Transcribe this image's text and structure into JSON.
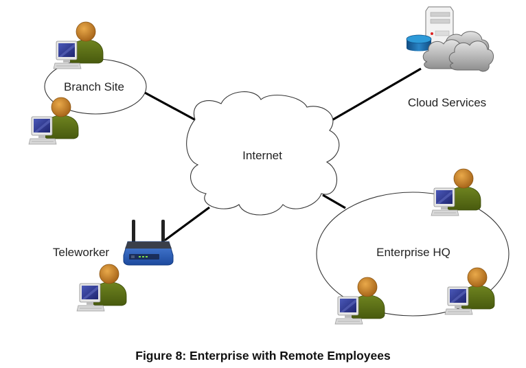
{
  "figure": {
    "caption": "Figure 8: Enterprise with Remote Employees"
  },
  "nodes": {
    "internet": {
      "label": "Internet",
      "icon": "cloud-outline-icon"
    },
    "branch_site": {
      "label": "Branch Site",
      "icon": "ellipse-group",
      "users": 2
    },
    "cloud_services": {
      "label": "Cloud Services",
      "icon": "server-database-cloud-icon"
    },
    "teleworker": {
      "label": "Teleworker",
      "icon": "wireless-router-icon",
      "users": 1
    },
    "enterprise_hq": {
      "label": "Enterprise HQ",
      "icon": "ellipse-group",
      "users": 3
    }
  },
  "connections": [
    {
      "from": "branch_site",
      "to": "internet"
    },
    {
      "from": "cloud_services",
      "to": "internet"
    },
    {
      "from": "teleworker",
      "to": "internet"
    },
    {
      "from": "enterprise_hq",
      "to": "internet"
    }
  ],
  "colors": {
    "user_body": "#5a6e14",
    "user_head": "#c47f22",
    "monitor_screen": "#2f3a8f",
    "router": "#2a5bb8",
    "cloud_gray": "#9a9a9a",
    "database": "#1e6aa8"
  }
}
